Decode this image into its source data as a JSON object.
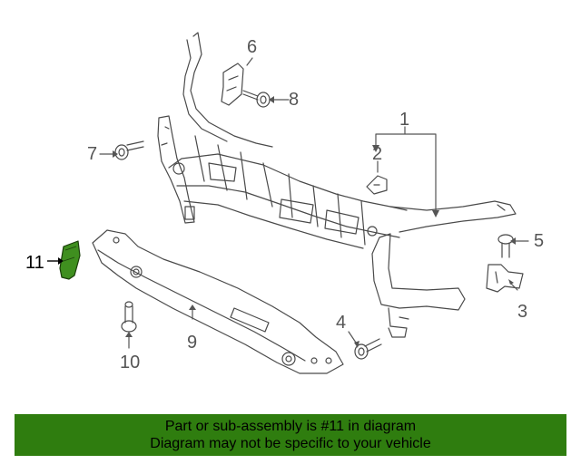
{
  "callouts": {
    "c1": "1",
    "c2": "2",
    "c3": "3",
    "c4": "4",
    "c5": "5",
    "c6": "6",
    "c7": "7",
    "c8": "8",
    "c9": "9",
    "c10": "10",
    "c11": "11"
  },
  "banner": {
    "line1": "Part or sub-assembly is #11 in diagram",
    "line2": "Diagram may not be specific to your vehicle"
  },
  "colors": {
    "banner_bg": "#2f7d0f",
    "highlight_part": "#3f8f1f",
    "line": "#4a4a4a"
  }
}
